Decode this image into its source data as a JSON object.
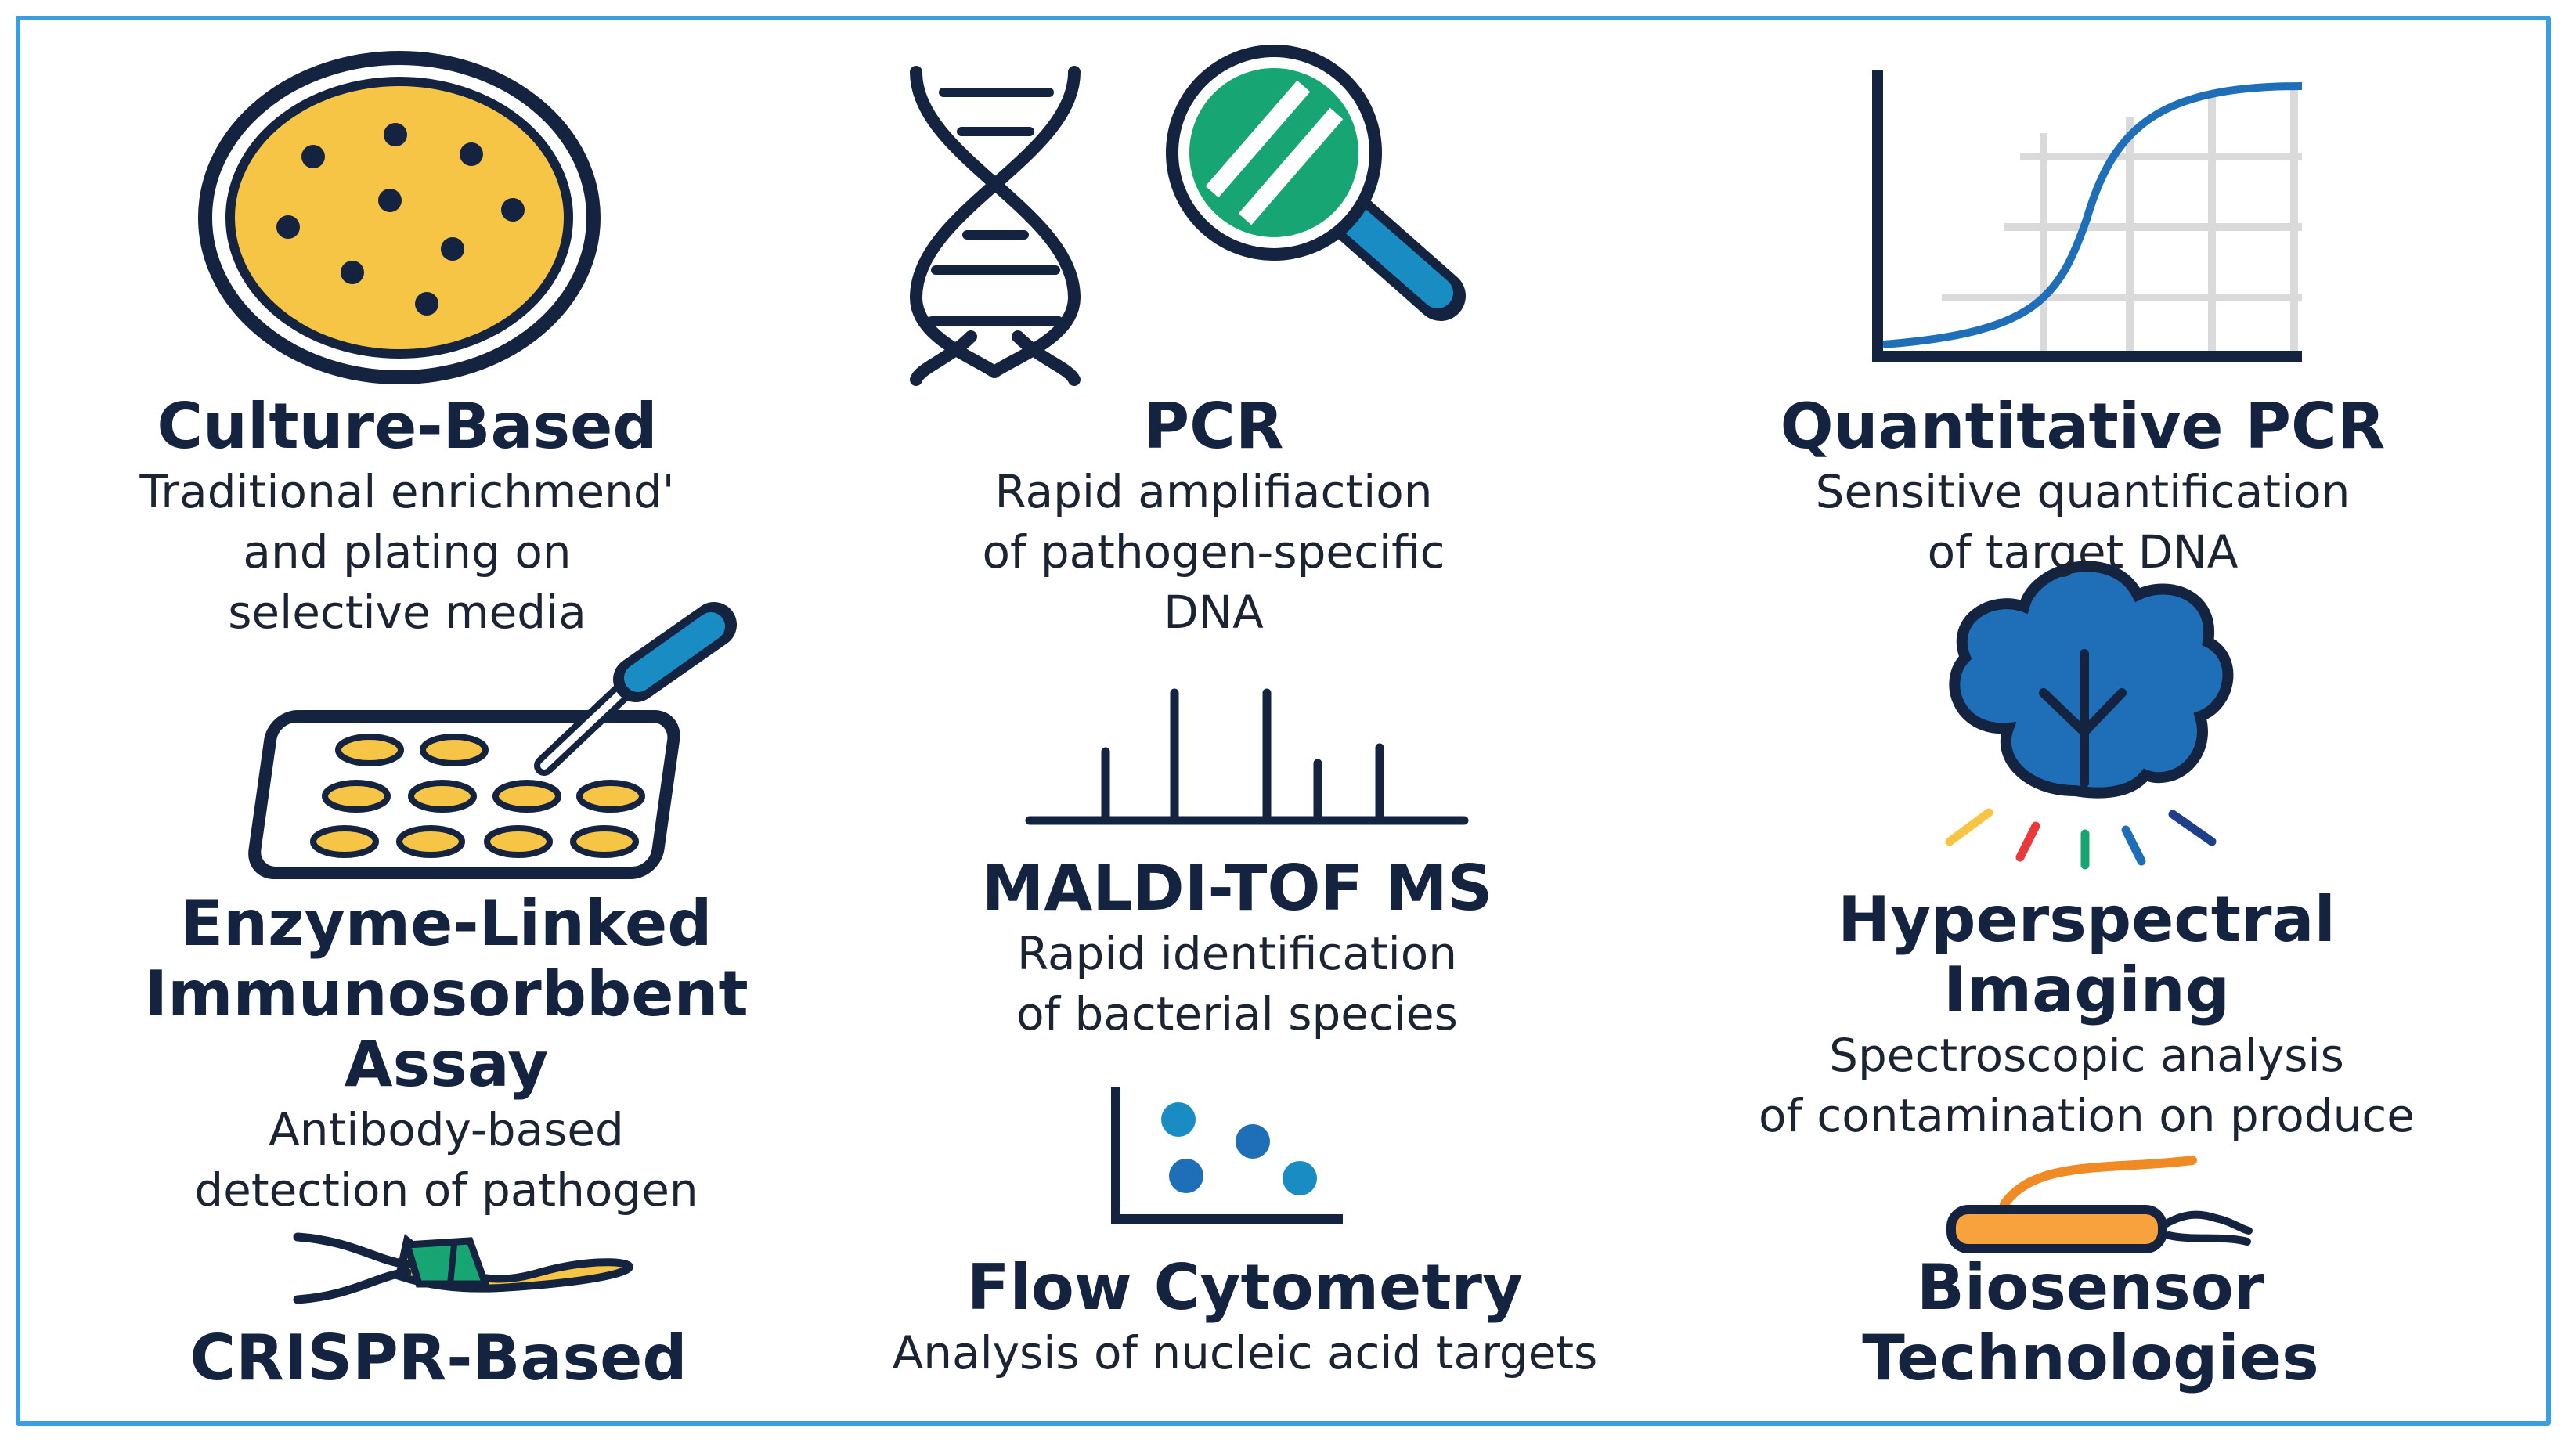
{
  "colors": {
    "navy": "#14233f",
    "yellow": "#f7c545",
    "green": "#17a673",
    "blue": "#1f6fb8",
    "teal": "#1a8cc4",
    "orange": "#f08a24",
    "frame": "#3a9ee0"
  },
  "methods": {
    "culture": {
      "icon": "petri-dish-icon",
      "title": "Culture-Based",
      "desc": "Traditional enrichmend'\nand plating on\nselective media"
    },
    "pcr": {
      "icon": "dna-helix-icon",
      "icon2": "magnifier-icon",
      "title": "PCR",
      "desc": "Rapid amplifiaction\nof pathogen-specific\nDNA"
    },
    "qpcr": {
      "icon": "amplification-curve-icon",
      "title": "Quantitative PCR",
      "desc": "Sensitive quantification\nof target DNA"
    },
    "elisa": {
      "icon": "well-plate-pipette-icon",
      "title": "Enzyme-Linked\nImmunosorbbent\nAssay",
      "desc": "Antibody-based\ndetection of pathogen"
    },
    "maldi": {
      "icon": "mass-spectrum-icon",
      "title": "MALDI-TOF MS",
      "desc": "Rapid identification\nof bacterial species"
    },
    "hyperspectral": {
      "icon": "leaf-spectrum-icon",
      "title": "Hyperspectral\nImaging",
      "desc": "Spectroscopic analysis\nof contamination on produce"
    },
    "crispr": {
      "icon": "crispr-guide-icon",
      "title": "CRISPR-Based"
    },
    "flow": {
      "icon": "scatter-plot-icon",
      "title": "Flow Cytometry",
      "desc": "Analysis of nucleic acid targets"
    },
    "biosensor": {
      "icon": "biosensor-device-icon",
      "title": "Biosensor\nTechnologies"
    }
  }
}
